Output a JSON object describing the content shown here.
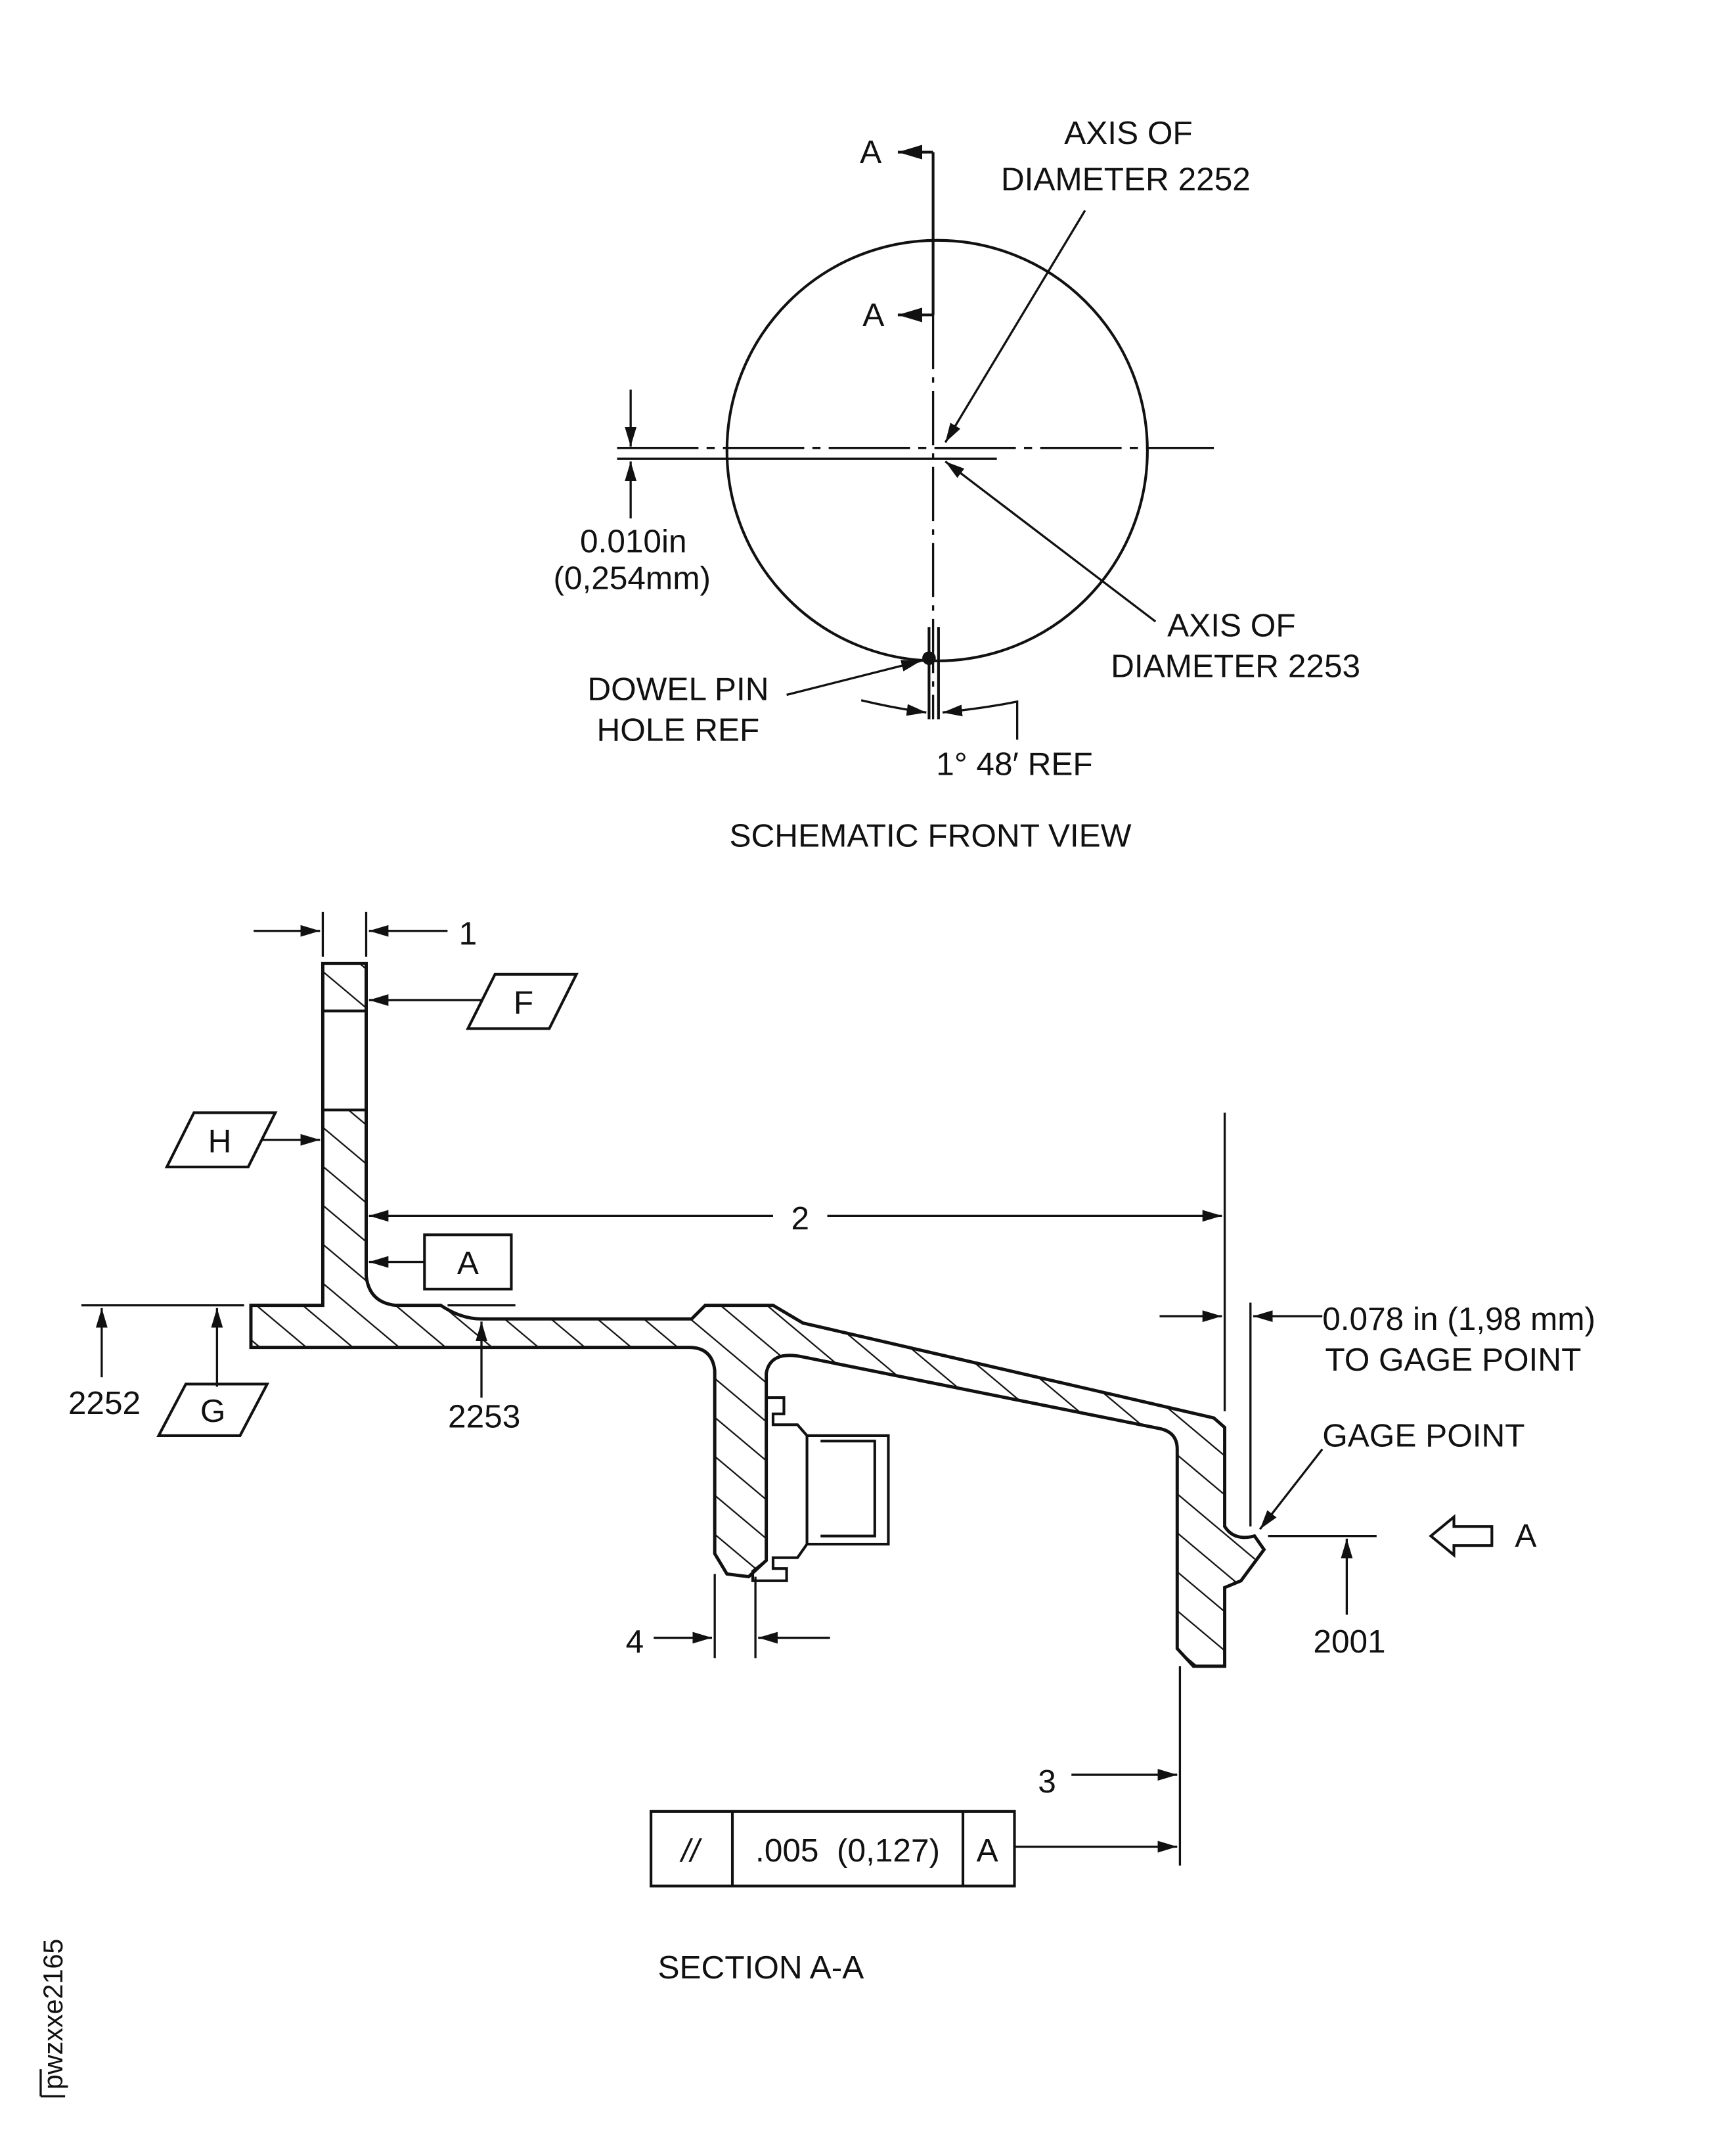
{
  "front_view": {
    "title": "SCHEMATIC FRONT VIEW",
    "section_mark_top": "A",
    "section_mark_bottom": "A",
    "axis_2252_line1": "AXIS OF",
    "axis_2252_line2": "DIAMETER 2252",
    "axis_2253_line1": "AXIS OF",
    "axis_2253_line2": "DIAMETER 2253",
    "offset_in": "0.010in",
    "offset_mm": "(0,254mm)",
    "dowel_line1": "DOWEL PIN",
    "dowel_line2": "HOLE REF",
    "angle": "1° 48′ REF"
  },
  "section_view": {
    "title": "SECTION A-A",
    "dim_1": "1",
    "dim_2": "2",
    "dim_3": "3",
    "dim_4": "4",
    "datum_f": "F",
    "datum_h": "H",
    "datum_a": "A",
    "datum_g": "G",
    "ref_2252": "2252",
    "ref_2253": "2253",
    "ref_2001": "2001",
    "gage_offset_line1": "0.078 in (1,98 mm)",
    "gage_offset_line2": "TO GAGE POINT",
    "gage_point": "GAGE POINT",
    "view_arrow_label": "A",
    "fcf": {
      "symbol": "//",
      "tolerance": ".005  (0,127)",
      "datum": "A"
    }
  },
  "figure_id": "pwzxxe2165"
}
